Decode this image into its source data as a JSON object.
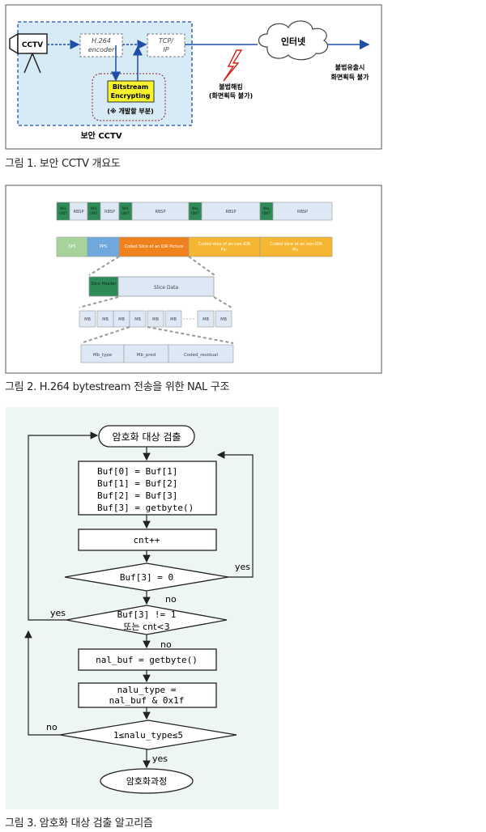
{
  "figure1": {
    "caption": "그림 1. 보안 CCTV 개요도",
    "cctv_label": "CCTV",
    "encoder_label_1": "H.264",
    "encoder_label_2": "encoder",
    "tcpip_label_1": "TCP/",
    "tcpip_label_2": "IP",
    "bitstream_label_1": "Bitstream",
    "bitstream_label_2": "Encrypting",
    "dev_note": "(※ 개발할 부분)",
    "secure_cctv_label": "보안  CCTV",
    "internet_label": "인터넷",
    "hacking_label_1": "불법해킹",
    "hacking_label_2": "(화면획득 불가)",
    "leak_label_1": "불법유출시",
    "leak_label_2": "화면획득 불가"
  },
  "figure2": {
    "caption": "그림 2. H.264 bytestream 전송을 위한 NAL 구조",
    "row1": [
      {
        "nal": "NAL\nUNIT",
        "rbsp": "RBSP"
      },
      {
        "nal": "NAL\nUNIT",
        "rbsp": "RBSP"
      },
      {
        "nal": "NAL\nUNIT",
        "rbsp": "RBSP"
      },
      {
        "nal": "NAL\nUNIT",
        "rbsp": "RBSP"
      },
      {
        "nal": "NAL\nUNIT",
        "rbsp": "RBSP"
      }
    ],
    "row2": [
      "SPS",
      "PPS",
      "Coded Slice of an IDR Picture",
      "Coded slice of an non-IDR Pic.",
      "Coded slice of an non-IDR Pic."
    ],
    "slice_header": "Slice Header",
    "slice_data": "Slice Data",
    "mb_label": "MB",
    "mb_fields": [
      "Mb_type",
      "Mb_pred",
      "Coded_residual"
    ],
    "colors": {
      "nal": "#2e8b57",
      "rbsp": "#dde8f4",
      "sps": "#a6d39a",
      "pps": "#6fa8dc",
      "idr": "#f0821e",
      "nonidr": "#f5b731"
    }
  },
  "figure3": {
    "caption": "그림 3. 암호화 대상 검출 알고리즘",
    "start": "암호화 대상 검출",
    "shift_lines": [
      "Buf[0] = Buf[1]",
      "Buf[1] = Buf[2]",
      "Buf[2] = Buf[3]",
      "Buf[3] = getbyte()"
    ],
    "cnt": "cnt++",
    "decision1": "Buf[3] = 0",
    "decision2_line1": "Buf[3] != 1",
    "decision2_line2": "또는 cnt<3",
    "nalbuf": "nal_buf = getbyte()",
    "nalutype_line1": "nalu_type =",
    "nalutype_line2": "nal_buf & 0x1f",
    "decision3": "1≤nalu_type≤5",
    "end": "암호화과정",
    "yes": "yes",
    "no": "no"
  }
}
